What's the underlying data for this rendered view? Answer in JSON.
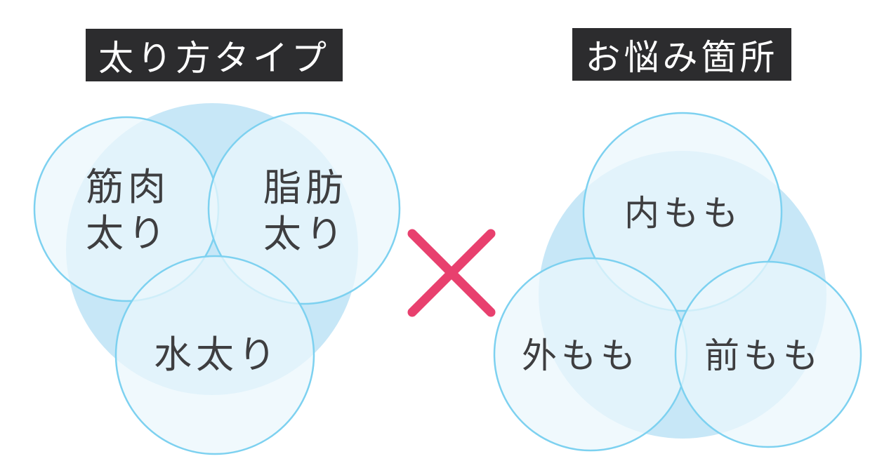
{
  "colors": {
    "page_bg": "#ffffff",
    "header_bg": "#2c2c2e",
    "header_text": "#ffffff",
    "circle_stroke": "#7dd1f0",
    "circle_fill": "rgba(235,247,252,0.75)",
    "venn_bg_fill": "#c7e7f7",
    "label_text": "#3e3e40",
    "cross": "#e8406e"
  },
  "left_group": {
    "header": "太り方タイプ",
    "circles": [
      {
        "id": "muscle",
        "label": "筋肉\n太り"
      },
      {
        "id": "fat",
        "label": "脂肪\n太り"
      },
      {
        "id": "water",
        "label": "水太り"
      }
    ]
  },
  "separator": {
    "symbol": "×",
    "name": "cross-mark",
    "color": "#e8406e"
  },
  "right_group": {
    "header": "お悩み箇所",
    "circles": [
      {
        "id": "inner-thigh",
        "label": "内もも"
      },
      {
        "id": "outer-thigh",
        "label": "外もも"
      },
      {
        "id": "front-thigh",
        "label": "前もも"
      }
    ]
  }
}
